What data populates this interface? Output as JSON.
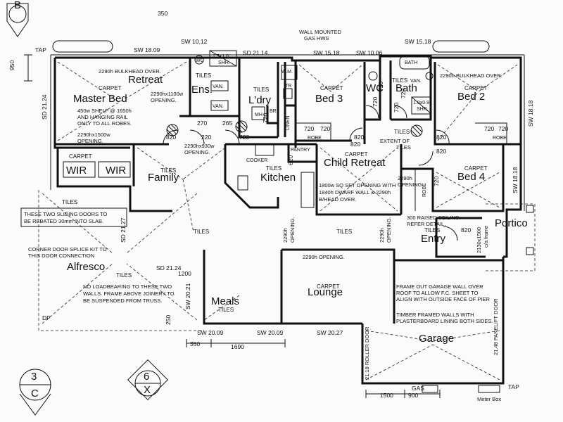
{
  "rooms": {
    "retreat": "Retreat",
    "master_bed": "Master Bed",
    "ensuite": "Ens.",
    "laundry": "L'dry",
    "bed3": "Bed 3",
    "wc": "WC",
    "bath": "Bath",
    "bed2": "Bed 2",
    "family": "Family",
    "kitchen": "Kitchen",
    "child_retreat": "Child Retreat",
    "bed4": "Bed 4",
    "portico": "Portico",
    "entry": "Entry",
    "alfresco": "Alfresco",
    "meals": "Meals",
    "lounge": "Lounge",
    "garage": "Garage",
    "wir_left": "WIR",
    "wir_right": "WIR"
  },
  "materials": {
    "carpet": "CARPET",
    "tiles": "TILES",
    "linen": "LINEN",
    "pantry": "PANTRY",
    "cooker": "COOKER",
    "robe": "ROBE",
    "mh": "MH",
    "tr": "TR",
    "wm": "W.M.",
    "br": "BR.",
    "van": "VAN.",
    "wc_fix": "WC",
    "bath_fix": "BATH",
    "shr_a": "1.5x1.0",
    "shr_b": "SHR.",
    "shr2_a": "1.0x0.9",
    "shr2_b": "SHR."
  },
  "notes": {
    "bulkhead_left": "2290h BULKHEAD OVER.",
    "bulkhead_right": "2290h BULKHEAD OVER.",
    "opening_1100_a": "2290hx1100w",
    "opening_1100_b": "OPENING.",
    "shelf_a": "450w SHELF @ 1650h",
    "shelf_b": "AND HANGING RAIL",
    "shelf_c": "ONLY TO ALL ROBES.",
    "opening_1500_a": "2290hx1500w",
    "opening_1500_b": "OPENING.",
    "opening_930_a": "2290hx930w",
    "opening_930_b": "OPENING.",
    "extent_a": "EXTENT OF",
    "extent_b": "TILES",
    "set_opening_a": "1800w SQ SET OPENING WITH",
    "set_opening_b": "1840h DWARF WALL & 2290h",
    "set_opening_c": "B/HEAD OVER.",
    "opening_2290h": "2290h",
    "opening_word": "OPENING.",
    "raised_a": "300 RAISED CEILING.",
    "raised_b": "REFER DETAIL.",
    "frame_a": "2130x1500",
    "frame_b": "c/a frame",
    "sliding_a": "THESE TWO SLIDING DOORS TO",
    "sliding_b": "BE REBATED 30mm INTO SLAB.",
    "splice_a": "CORNER DOOR SPLICE KIT TO",
    "splice_b": "THIS DOOR CONNECTION",
    "loadbearing_a": "NO LOADBEARING TO THESE TWO",
    "loadbearing_b": "WALLS. FRAME ABOVE JOINERY TO",
    "loadbearing_c": "BE SUSPENDED FROM TRUSS.",
    "opening_lounge": "2290h OPENING.",
    "garage_frame_a": "FRAME OUT GARAGE WALL OVER",
    "garage_frame_b": "ROOF TO ALLOW F.C. SHEET TO",
    "garage_frame_c": "ALIGN WITH OUTSIDE FACE OF PIER",
    "timber_a": "TIMBER FRAMED WALLS WITH",
    "timber_b": "PLASTERBOARD LINING BOTH SIDES.",
    "gas_hws_a": "WALL MOUNTED",
    "gas_hws_b": "GAS HWS",
    "meter_box": "Meter Box",
    "roller_door": "21.18 ROLLER DOOR",
    "panelift_door": "21.48 PANELIFT DOOR"
  },
  "dims": {
    "sw_1809": "SW 18.09",
    "sw_1012": "SW 10.12",
    "sd_2114_top": "SD 21.14",
    "sw_1518_a": "SW 15.18",
    "sw_1006": "SW 10.06",
    "sw_1518_b": "SW 15.18",
    "sw_1818_a": "SW 18.18",
    "sw_1818_b": "SW 18.18",
    "sd_2124_left": "SD 21.24",
    "sd_2127": "SD 21.27",
    "sd_2124_mid": "SD 21.24",
    "sw_2021": "SW 20.21",
    "sw_2009_a": "SW 20.09",
    "sw_2009_b": "SW 20.09",
    "sw_2027": "SW 20.27",
    "d950": "950",
    "d350_top": "350",
    "d350_bot": "350",
    "d1690": "1690",
    "d1500": "1500",
    "d900": "900",
    "d1200": "1200",
    "d250": "250",
    "door_820_a": "820",
    "door_720_a": "720",
    "door_820_b": "820",
    "door_720_b": "720",
    "door_720_c": "720",
    "door_820_c": "820",
    "door_720_d": "720",
    "door_820_d": "820",
    "door_720_e": "720",
    "door_820_e": "820",
    "door_620": "620",
    "door_820_f": "820",
    "door_720_f": "720",
    "door_270": "270",
    "door_265": "265",
    "door_220": "220",
    "robe_720_a": "720",
    "robe_720_b": "720",
    "robe_720_c": "720",
    "robe_720_d": "720",
    "robe_720_e": "720",
    "gas": "GAS",
    "tap_left": "TAP",
    "tap_right": "TAP",
    "dp": "DP"
  },
  "symbols": {
    "sec_b": "B",
    "sec_c_top": "3",
    "sec_c_bot": "C",
    "sec_x_top": "6",
    "sec_x_bot": "X"
  }
}
